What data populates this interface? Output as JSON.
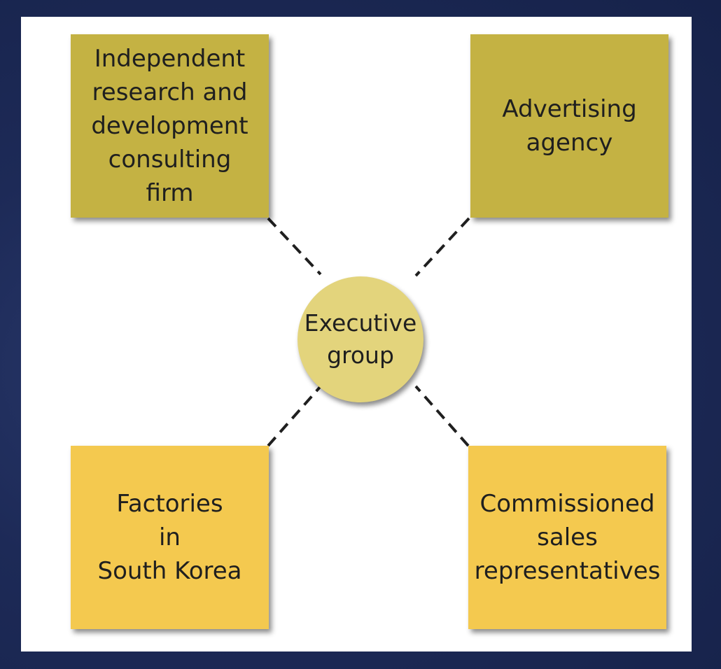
{
  "colors": {
    "background": "#1d2a57",
    "panel": "#ffffff",
    "partner_top": "#c4b243",
    "partner_bottom": "#f4c94f",
    "hub": "#e3d47c",
    "connector": "#1f1f1f"
  },
  "diagram": {
    "hub": {
      "label": "Executive\ngroup"
    },
    "partners": [
      {
        "id": "rd",
        "label": "Independent\nresearch and\ndevelopment\nconsulting\nfirm"
      },
      {
        "id": "ad",
        "label": "Advertising\nagency"
      },
      {
        "id": "fk",
        "label": "Factories\nin\nSouth Korea"
      },
      {
        "id": "cs",
        "label": "Commissioned\nsales\nrepresentatives"
      }
    ],
    "connections": [
      {
        "from": "hub",
        "to": "rd",
        "style": "dashed"
      },
      {
        "from": "hub",
        "to": "ad",
        "style": "dashed"
      },
      {
        "from": "hub",
        "to": "fk",
        "style": "dashed"
      },
      {
        "from": "hub",
        "to": "cs",
        "style": "dashed"
      }
    ]
  }
}
